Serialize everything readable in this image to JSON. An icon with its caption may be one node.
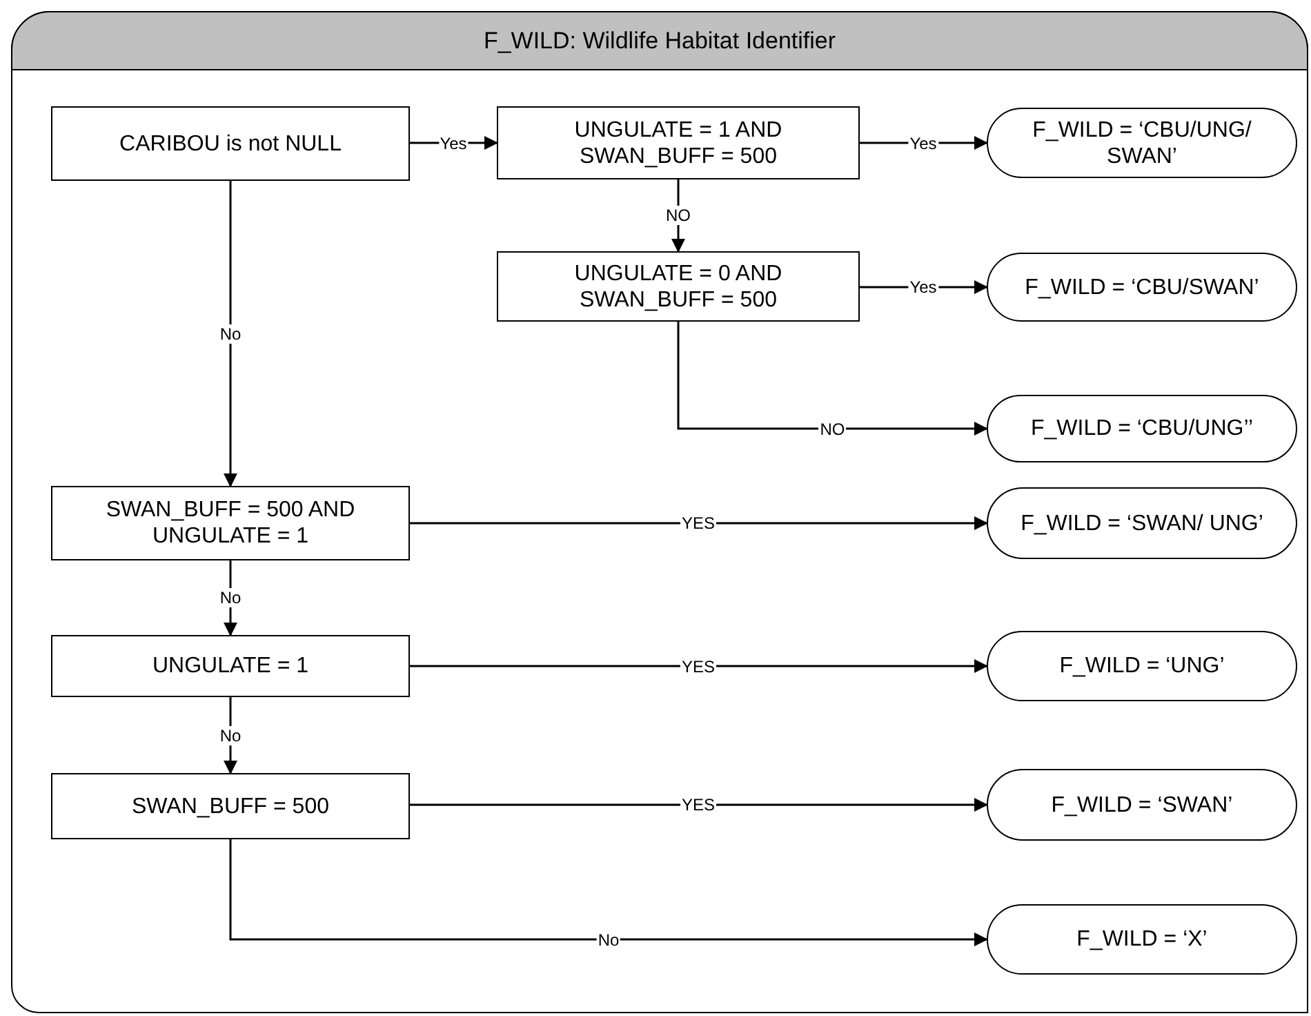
{
  "diagram": {
    "title": "F_WILD: Wildlife Habitat Identifier",
    "nodes": [
      {
        "text": [
          "CARIBOU is not NULL"
        ]
      },
      {
        "text": [
          "UNGULATE = 1 AND SWAN_BUFF = 500"
        ]
      },
      {
        "text": [
          "UNGULATE = 0 AND SWAN_BUFF = 500"
        ]
      },
      {
        "text": [
          "F_WILD = ‘CBU/UNG/ SWAN’"
        ]
      },
      {
        "text": [
          "F_WILD = ‘CBU/SWAN’"
        ]
      },
      {
        "text": [
          "F_WILD = ‘CBU/UNG’’"
        ]
      },
      {
        "text": [
          "SWAN_BUFF = 500 AND UNGULATE = 1"
        ]
      },
      {
        "text": [
          "F_WILD = ‘SWAN/ UNG’"
        ]
      },
      {
        "text": [
          "UNGULATE = 1"
        ]
      },
      {
        "text": [
          "F_WILD = ‘UNG’"
        ]
      },
      {
        "text": [
          "SWAN_BUFF = 500"
        ]
      },
      {
        "text": [
          "F_WILD = ‘SWAN’"
        ]
      },
      {
        "text": [
          "F_WILD = ‘X’"
        ]
      }
    ],
    "edges": [
      {
        "from": 0,
        "to": 1,
        "arrow": "to",
        "label": "Yes"
      },
      {
        "from": 1,
        "to": 3,
        "arrow": "to",
        "label": "Yes"
      },
      {
        "from": 1,
        "to": 2,
        "arrow": "to",
        "label": "NO"
      },
      {
        "from": 2,
        "to": 4,
        "arrow": "to",
        "label": "Yes"
      },
      {
        "from": 2,
        "to": 5,
        "arrow": "to",
        "label": "NO"
      },
      {
        "from": 0,
        "to": 6,
        "arrow": "to",
        "label": "No"
      },
      {
        "from": 6,
        "to": 7,
        "arrow": "to",
        "label": "YES"
      },
      {
        "from": 6,
        "to": 8,
        "arrow": "to",
        "label": "No"
      },
      {
        "from": 8,
        "to": 9,
        "arrow": "to",
        "label": "YES"
      },
      {
        "from": 8,
        "to": 10,
        "arrow": "to",
        "label": "No"
      },
      {
        "from": 10,
        "to": 11,
        "arrow": "to",
        "label": "YES"
      },
      {
        "from": 10,
        "to": 12,
        "arrow": "to",
        "label": "No"
      }
    ]
  }
}
